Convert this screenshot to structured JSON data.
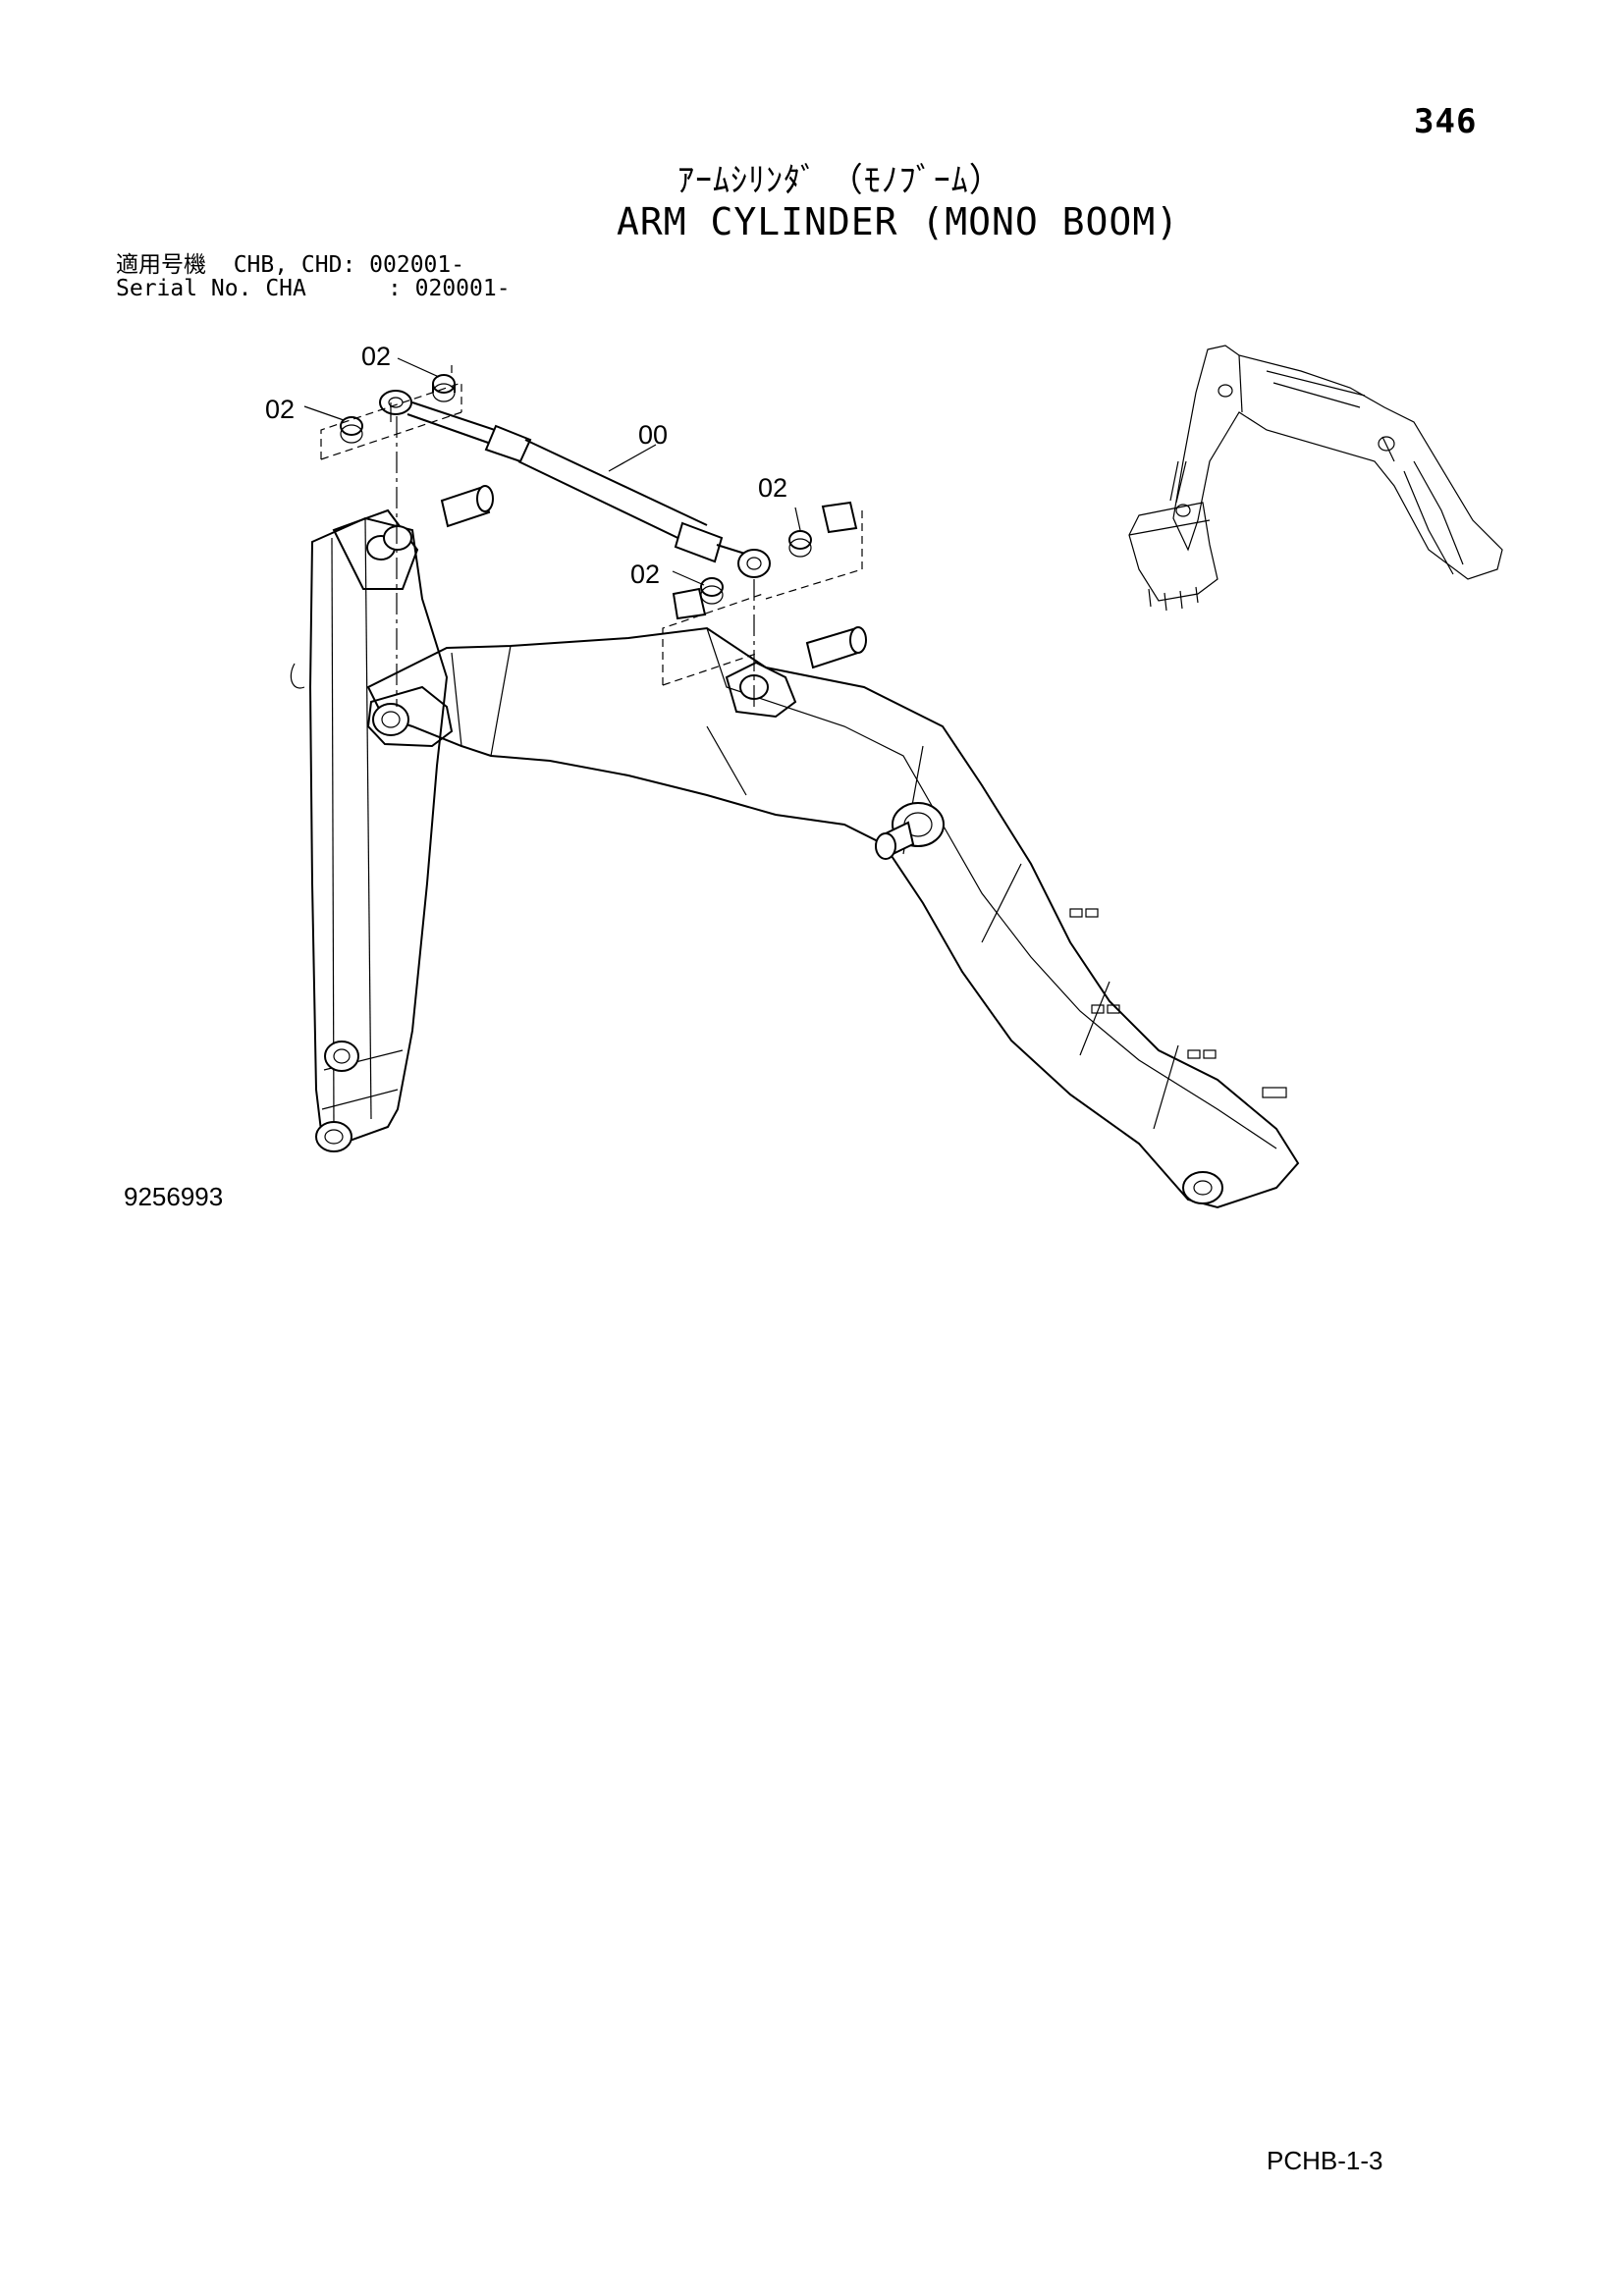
{
  "page_number": "346",
  "title_ja": "ｱｰﾑｼﾘﾝﾀﾞ （ﾓﾉﾌﾞｰﾑ）",
  "title_en": "ARM CYLINDER (MONO BOOM)",
  "applicability": {
    "line1": "適用号機  CHB, CHD: 002001-",
    "line2": "Serial No. CHA      : 020001-"
  },
  "callouts": {
    "cylinder": "00",
    "bushing": "02"
  },
  "drawing_number": "9256993",
  "sheet_code": "PCHB-1-3"
}
